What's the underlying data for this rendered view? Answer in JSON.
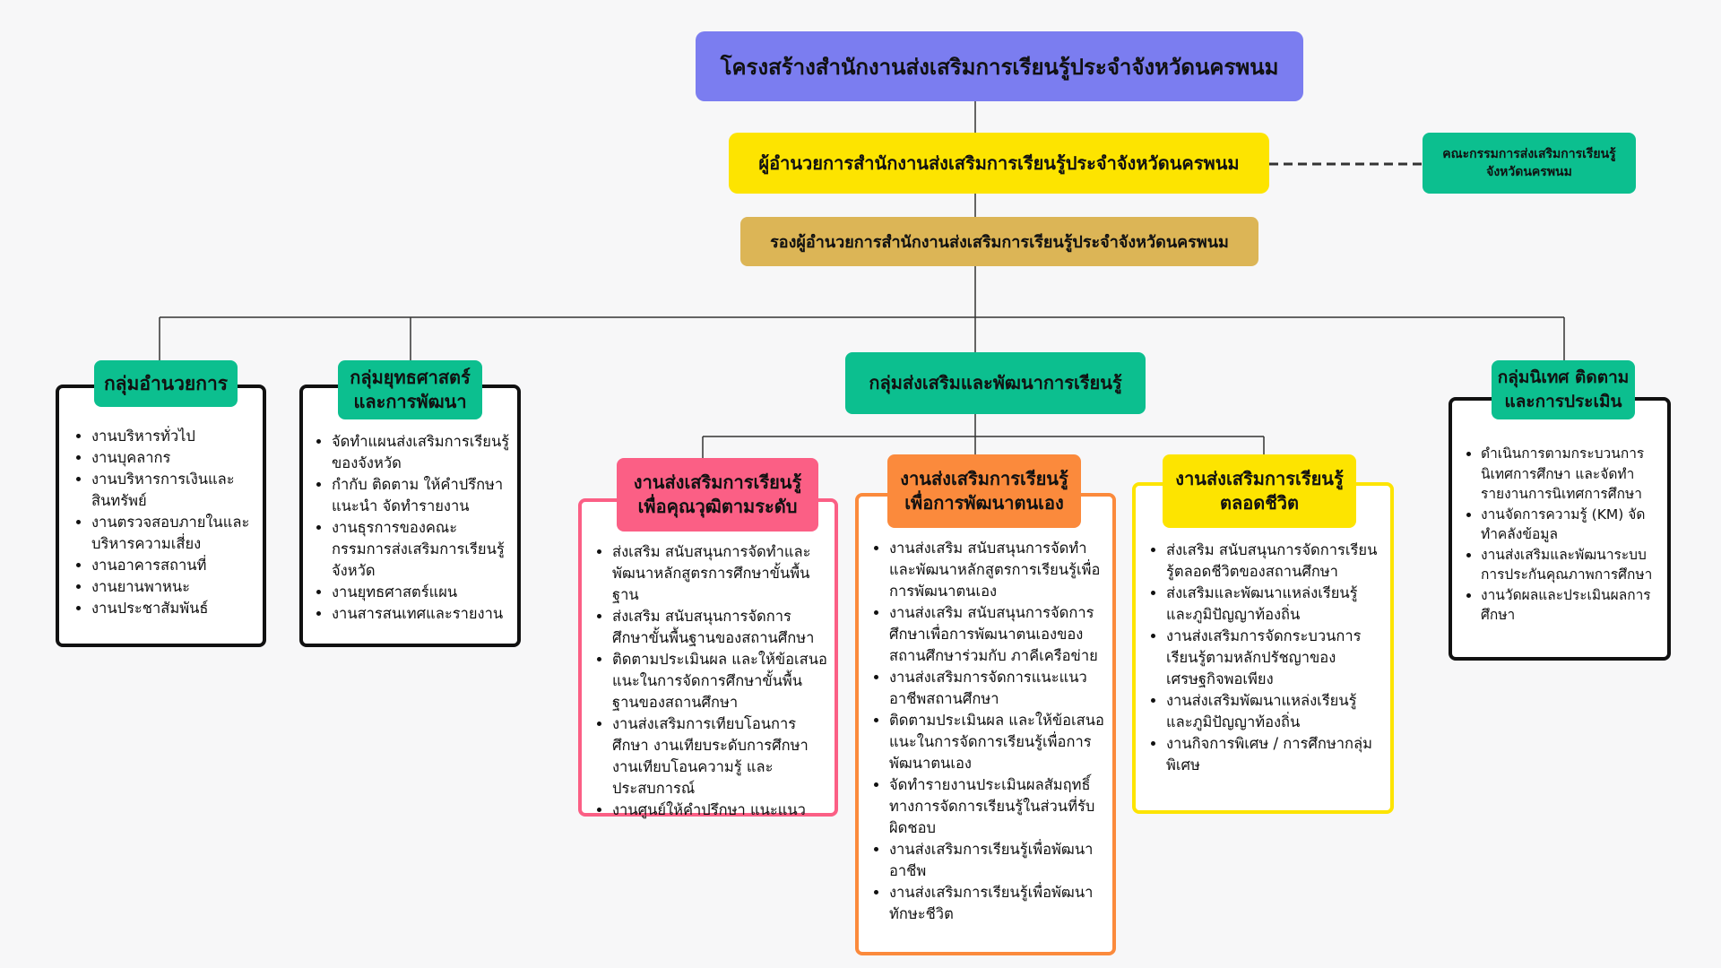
{
  "title": "โครงสร้างสำนักงานส่งเสริมการเรียนรู้ประจำจังหวัดนครพนม",
  "director": "ผู้อำนวยการสำนักงานส่งเสริมการเรียนรู้ประจำจังหวัดนครพนม",
  "deputy": "รองผู้อำนวยการสำนักงานส่งเสริมการเรียนรู้ประจำจังหวัดนครพนม",
  "committee": {
    "line1": "คณะกรรมการส่งเสริมการเรียนรู้",
    "line2": "จังหวัดนครพนม"
  },
  "groups": {
    "admin": {
      "title": "กลุ่มอำนวยการ",
      "items": [
        "งานบริหารทั่วไป",
        "งานบุคลากร",
        "งานบริหารการเงินและสินทรัพย์",
        "งานตรวจสอบภายในและบริหารความเสี่ยง",
        "งานอาคารสถานที่",
        "งานยานพาหนะ",
        "งานประชาสัมพันธ์"
      ]
    },
    "strategy": {
      "title1": "กลุ่มยุทธศาสตร์",
      "title2": "และการพัฒนา",
      "items": [
        "จัดทำแผนส่งเสริมการเรียนรู้ของจังหวัด",
        "กำกับ ติดตาม ให้คำปรึกษา แนะนำ จัดทำรายงาน",
        "งานธุรการของคณะกรรมการส่งเสริมการเรียนรู้จังหวัด",
        "งานยุทธศาสตร์แผน",
        "งานสารสนเทศและรายงาน"
      ]
    },
    "promotion": {
      "title": "กลุ่มส่งเสริมและพัฒนาการเรียนรู้"
    },
    "supervision": {
      "title1": "กลุ่มนิเทศ ติดตาม",
      "title2": "และการประเมิน",
      "items": [
        "ดำเนินการตามกระบวนการนิเทศการศึกษา และจัดทำรายงานการนิเทศการศึกษา",
        "งานจัดการความรู้ (KM) จัดทำคลังข้อมูล",
        "งานส่งเสริมและพัฒนาระบบการประกันคุณภาพการศึกษา",
        "งานวัดผลและประเมินผลการศึกษา"
      ]
    }
  },
  "subgroups": {
    "qualification": {
      "title1": "งานส่งเสริมการเรียนรู้",
      "title2": "เพื่อคุณวุฒิตามระดับ",
      "items": [
        "ส่งเสริม สนับสนุนการจัดทำและพัฒนาหลักสูตรการศึกษาขั้นพื้นฐาน",
        "ส่งเสริม สนับสนุนการจัดการศึกษาขั้นพื้นฐานของสถานศึกษา",
        "ติดตามประเมินผล และให้ข้อเสนอแนะในการจัดการศึกษาขั้นพื้นฐานของสถานศึกษา",
        "งานส่งเสริมการเทียบโอนการศึกษา งานเทียบระดับการศึกษา งานเทียบโอนความรู้ และประสบการณ์",
        "งานศูนย์ให้คำปรึกษา แนะแนว"
      ]
    },
    "selfdev": {
      "title1": "งานส่งเสริมการเรียนรู้",
      "title2": "เพื่อการพัฒนาตนเอง",
      "items": [
        "งานส่งเสริม สนับสนุนการจัดทำและพัฒนาหลักสูตรการเรียนรู้เพื่อการพัฒนาตนเอง",
        "งานส่งเสริม สนับสนุนการจัดการศึกษาเพื่อการพัฒนาตนเองของสถานศึกษาร่วมกับ ภาคีเครือข่าย",
        "งานส่งเสริมการจัดการแนะแนวอาชีพสถานศึกษา",
        "ติดตามประเมินผล และให้ข้อเสนอแนะในการจัดการเรียนรู้เพื่อการพัฒนาตนเอง",
        "จัดทำรายงานประเมินผลสัมฤทธิ์ทางการจัดการเรียนรู้ในส่วนที่รับผิดชอบ",
        "งานส่งเสริมการเรียนรู้เพื่อพัฒนาอาชีพ",
        "งานส่งเสริมการเรียนรู้เพื่อพัฒนาทักษะชีวิต"
      ]
    },
    "lifelong": {
      "title1": "งานส่งเสริมการเรียนรู้",
      "title2": "ตลอดชีวิต",
      "items": [
        "ส่งเสริม สนับสนุนการจัดการเรียนรู้ตลอดชีวิตของสถานศึกษา",
        "ส่งเสริมและพัฒนาแหล่งเรียนรู้และภูมิปัญญาท้องถิ่น",
        "งานส่งเสริมการจัดกระบวนการเรียนรู้ตามหลักปรัชญาของเศรษฐกิจพอเพียง",
        "งานส่งเสริมพัฒนาแหล่งเรียนรู้และภูมิปัญญาท้องถิ่น",
        "งานกิจการพิเศษ / การศึกษากลุ่มพิเศษ"
      ]
    }
  },
  "colors": {
    "title": "#7b7df0",
    "director": "#fde400",
    "deputy": "#dcb556",
    "green": "#0cbf8f",
    "pink": "#fb5f85",
    "orange": "#fb8a3c",
    "yellow": "#fde400"
  }
}
